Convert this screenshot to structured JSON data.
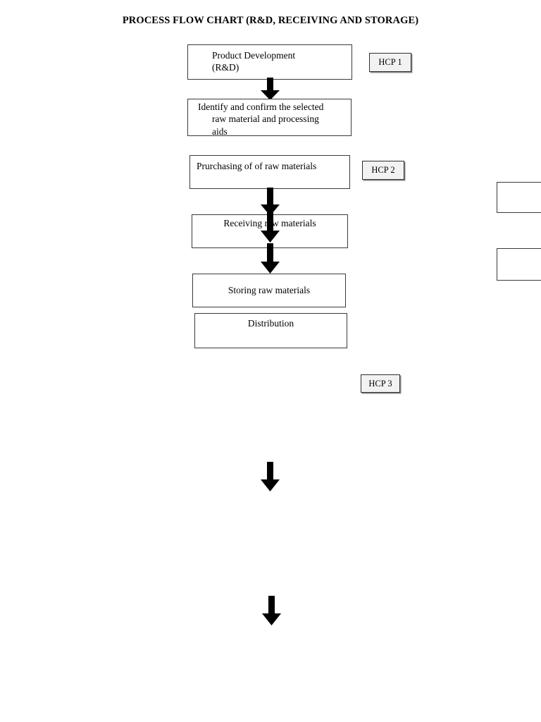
{
  "document": {
    "title": "PROCESS FLOW CHART (R&D, RECEIVING AND STORAGE)",
    "background_color": "#ffffff",
    "text_color": "#000000",
    "box_border_color": "#3a3a3a",
    "hcp_fill_color": "#f2f2f2",
    "arrow_color": "#000000"
  },
  "process_steps": [
    {
      "id": "product-development",
      "lines": [
        "Product Development",
        "(R&D)"
      ]
    },
    {
      "id": "identify-confirm",
      "lines": [
        "Identify and confirm the selected",
        "raw material and processing",
        "aids"
      ]
    },
    {
      "id": "purchasing",
      "lines": [
        "Prurchasing of of raw materials"
      ]
    },
    {
      "id": "receiving",
      "lines": [
        "Receiving raw materials"
      ]
    },
    {
      "id": "storing",
      "lines": [
        "Storing raw materials"
      ]
    },
    {
      "id": "distribution",
      "lines": [
        "Distribution"
      ]
    }
  ],
  "hcp_tags": [
    {
      "id": "hcp-1",
      "label": "HCP 1"
    },
    {
      "id": "hcp-2",
      "label": "HCP 2"
    },
    {
      "id": "hcp-3",
      "label": "HCP 3"
    }
  ],
  "partial_boxes": [
    {
      "id": "partial-box-1",
      "label": ""
    },
    {
      "id": "partial-box-2",
      "label": ""
    }
  ],
  "arrows": [
    {
      "id": "arrow-pd-to-identify",
      "direction": "down"
    },
    {
      "id": "arrow-purchase-to-receiving",
      "direction": "down"
    },
    {
      "id": "arrow-receiving-mid",
      "direction": "down"
    },
    {
      "id": "arrow-receiving-to-storing",
      "direction": "down"
    },
    {
      "id": "arrow-standalone-1",
      "direction": "down"
    },
    {
      "id": "arrow-standalone-2",
      "direction": "down"
    }
  ]
}
